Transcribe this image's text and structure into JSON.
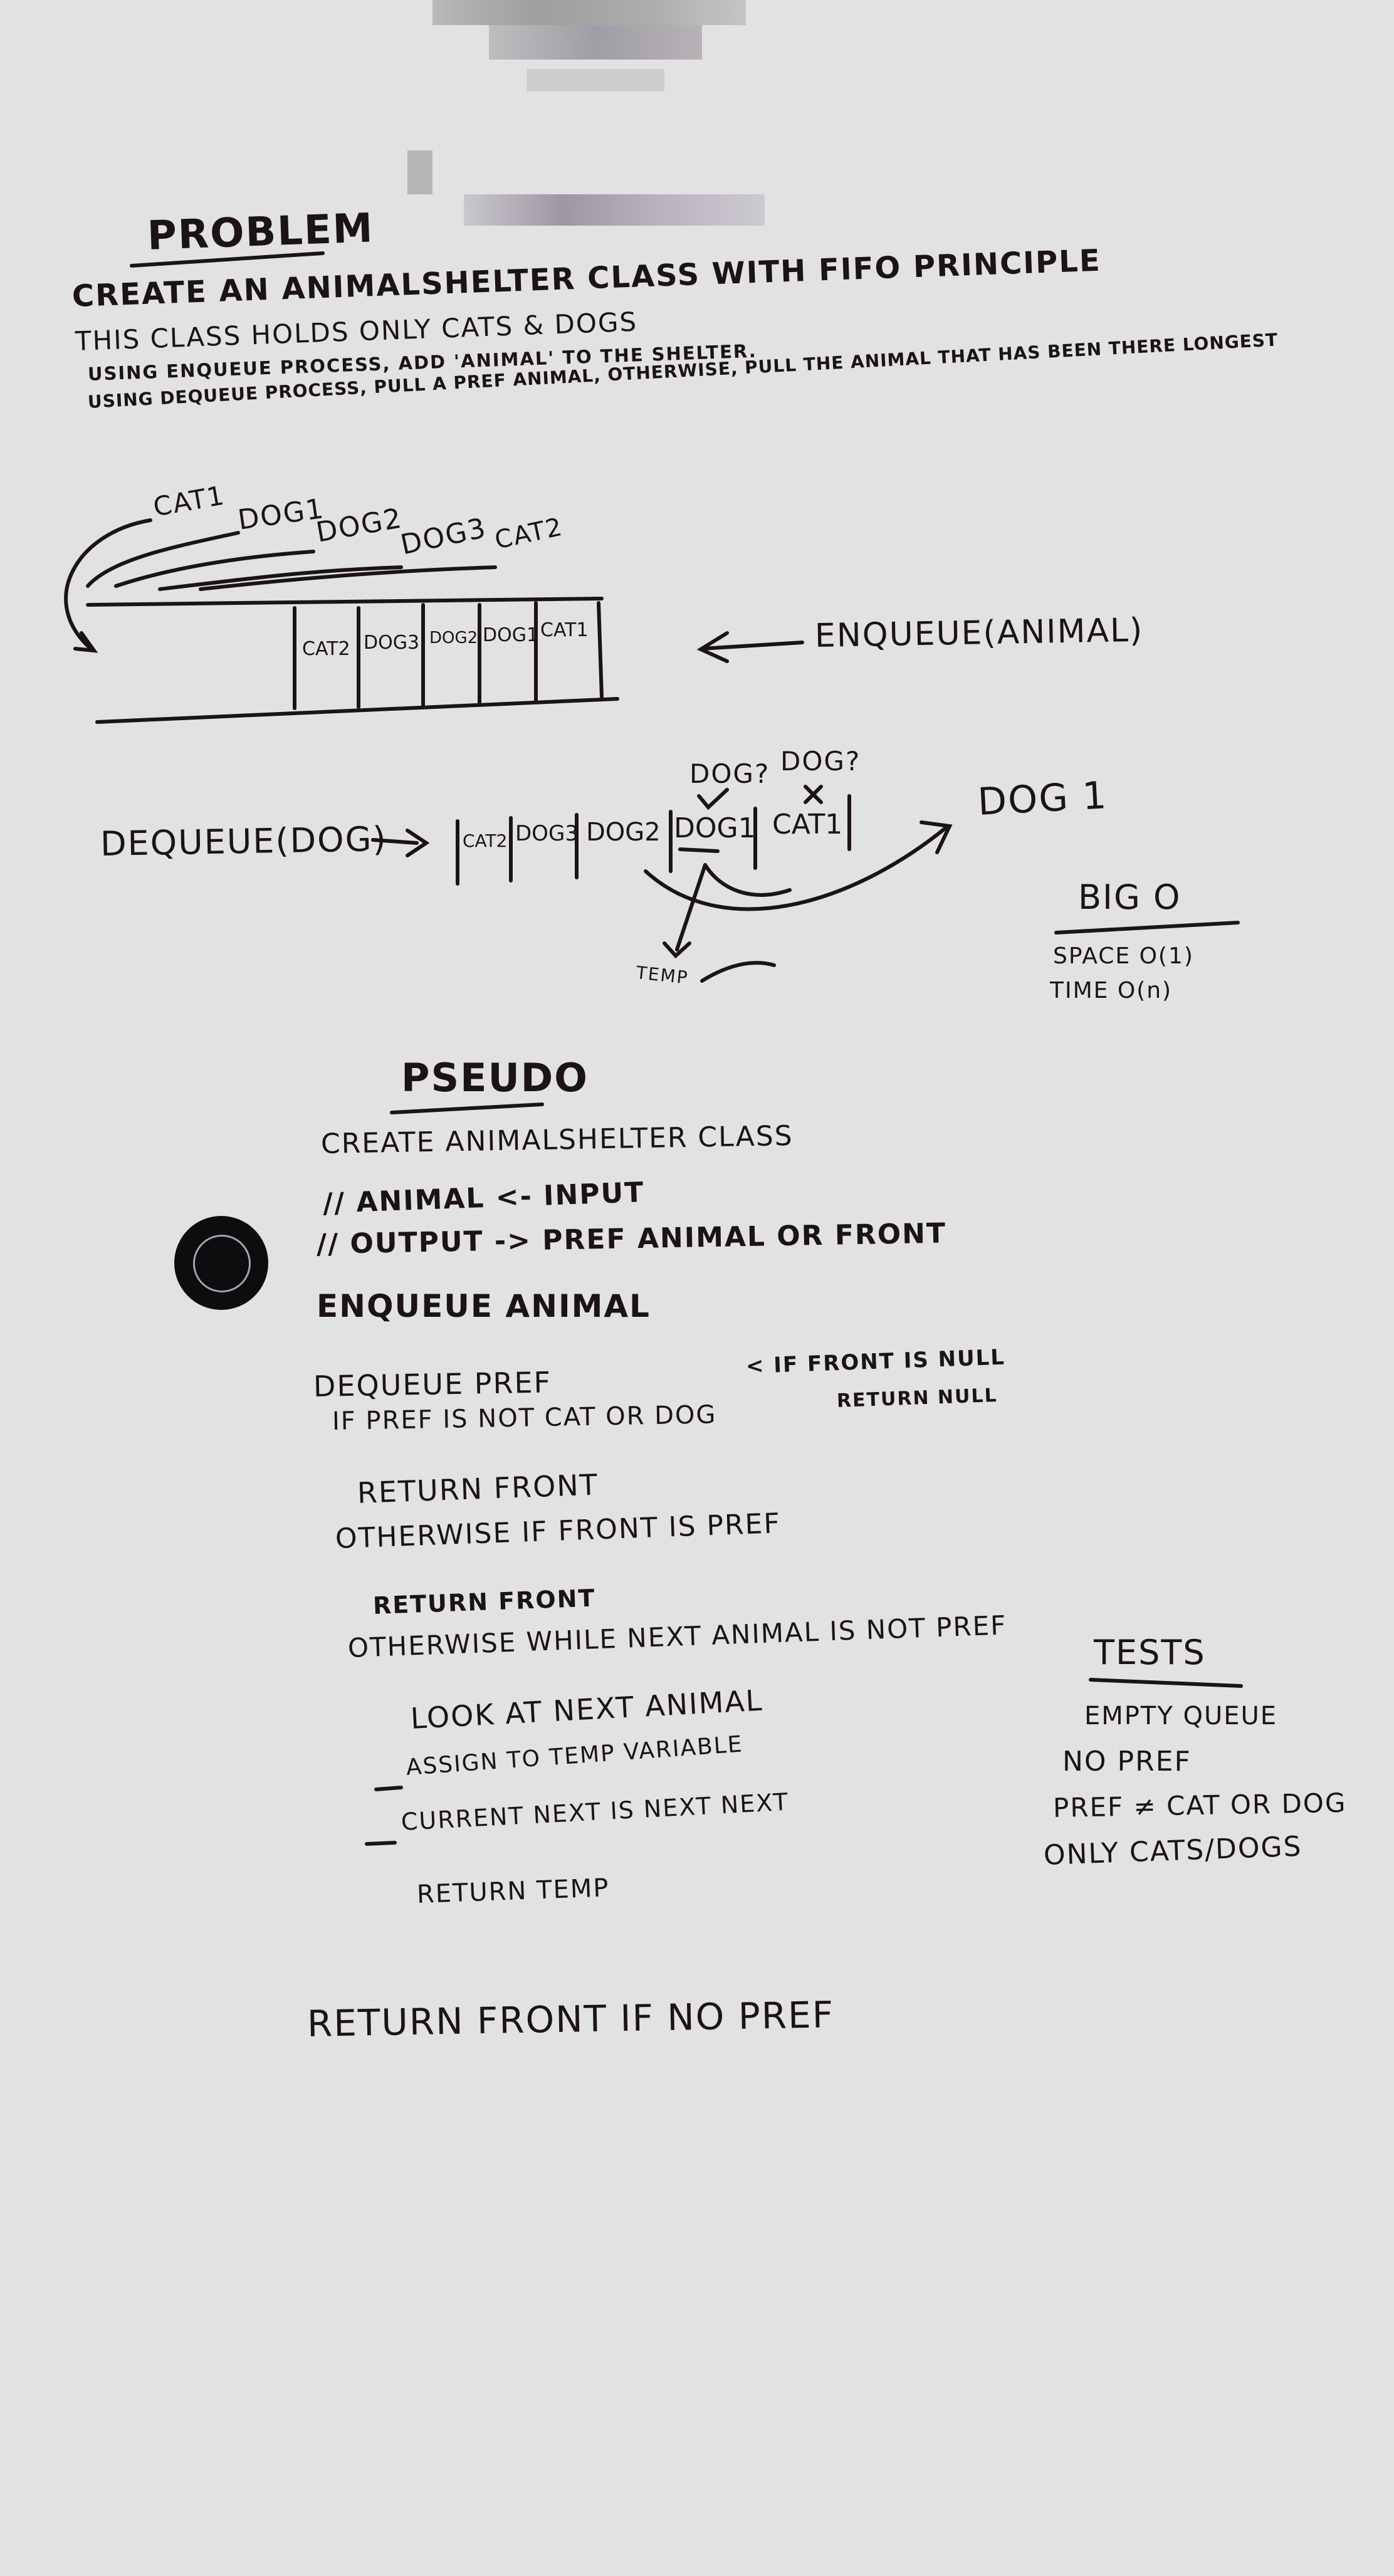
{
  "problem": {
    "heading": "PROBLEM",
    "line1": "CREATE AN ANIMALSHELTER CLASS WITH FIFO PRINCIPLE",
    "line2": "THIS CLASS HOLDS ONLY CATS & DOGS",
    "line3": "USING ENQUEUE PROCESS, ADD 'ANIMAL' TO THE SHELTER.",
    "line4": "USING DEQUEUE PROCESS, PULL A PREF ANIMAL, OTHERWISE, PULL THE ANIMAL THAT HAS BEEN THERE LONGEST"
  },
  "enqueue_diagram": {
    "incoming": [
      "CAT1",
      "DOG1",
      "DOG2",
      "DOG3",
      "CAT2"
    ],
    "queue_cells": [
      "CAT2",
      "DOG3",
      "DOG2",
      "DOG1",
      "CAT1"
    ],
    "label": "ENQUEUE(ANIMAL)"
  },
  "dequeue_diagram": {
    "label": "DEQUEUE(DOG)",
    "arrow": "-->",
    "cells": [
      "CAT2",
      "DOG3",
      "DOG2",
      "DOG1",
      "CAT1"
    ],
    "check_dog1": "DOG?",
    "check_cat1": "DOG?",
    "mark_dog1": "✓",
    "mark_cat1": "×",
    "result": "DOG 1",
    "temp": "TEMP"
  },
  "big_o": {
    "heading": "BIG O",
    "space": "SPACE O(1)",
    "time": "TIME O(n)"
  },
  "pseudo": {
    "heading": "PSEUDO",
    "lines": [
      "CREATE ANIMALSHELTER CLASS",
      "// ANIMAL <- INPUT",
      "// OUTPUT -> PREF ANIMAL OR FRONT",
      "ENQUEUE ANIMAL",
      "DEQUEUE PREF",
      "< IF FRONT IS NULL",
      "RETURN NULL",
      "IF PREF IS NOT CAT OR DOG",
      "RETURN FRONT",
      "OTHERWISE IF FRONT IS PREF",
      "RETURN FRONT",
      "OTHERWISE WHILE NEXT ANIMAL IS NOT PREF",
      "LOOK AT NEXT ANIMAL",
      "ASSIGN TO TEMP VARIABLE",
      "CURRENT NEXT IS NEXT NEXT",
      "RETURN TEMP",
      "RETURN FRONT IF NO PREF"
    ]
  },
  "tests": {
    "heading": "TESTS",
    "items": [
      "EMPTY QUEUE",
      "NO PREF",
      "PREF ≠ CAT OR DOG",
      "ONLY CATS/DOGS"
    ]
  }
}
